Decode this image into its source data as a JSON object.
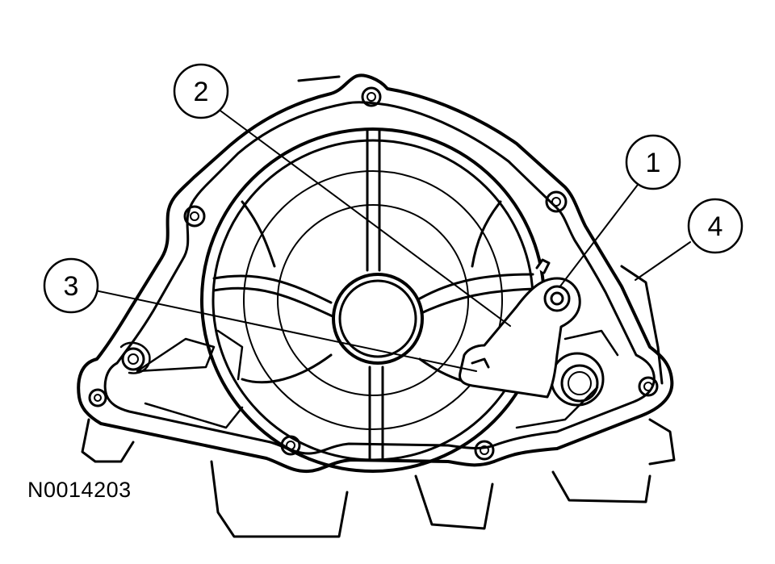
{
  "figure": {
    "id": "N0014203"
  },
  "callouts": [
    {
      "number": "1"
    },
    {
      "number": "2"
    },
    {
      "number": "3"
    },
    {
      "number": "4"
    }
  ],
  "colors": {
    "line": "#000000",
    "background": "#ffffff"
  }
}
